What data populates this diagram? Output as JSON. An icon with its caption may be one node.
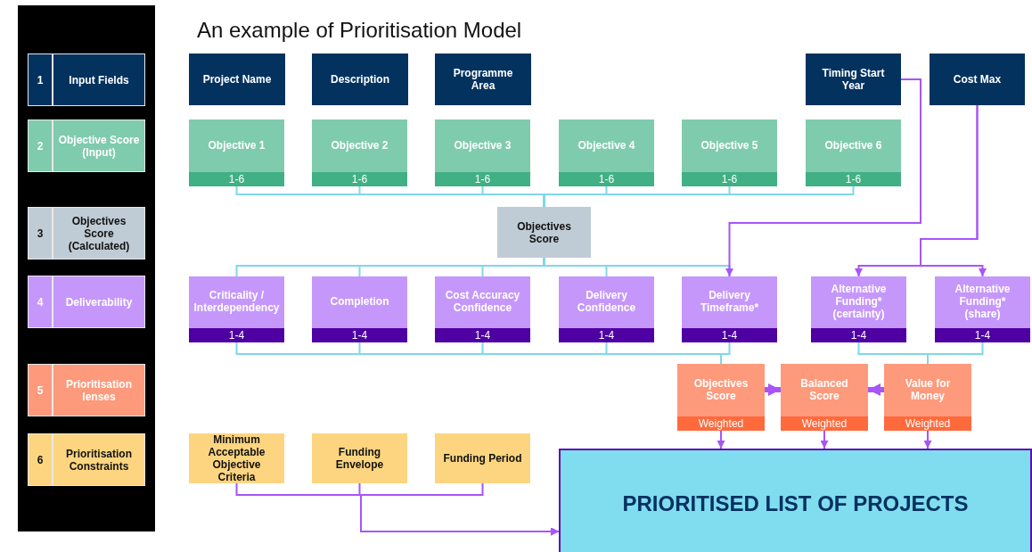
{
  "diagram": {
    "title": "An example of Prioritisation Model",
    "nodes": [
      {
        "text": [
          "1",
          "Input Fields"
        ]
      },
      {
        "text": [
          "2",
          "Objective Score (Input)"
        ]
      },
      {
        "text": [
          "3",
          "Objectives Score (Calculated)"
        ]
      },
      {
        "text": [
          "4",
          "Deliverability"
        ]
      },
      {
        "text": [
          "5",
          "Prioritisation lenses"
        ]
      },
      {
        "text": [
          "6",
          "Prioritisation Constraints"
        ]
      },
      {
        "text": [
          "Project Name"
        ]
      },
      {
        "text": [
          "Description"
        ]
      },
      {
        "text": [
          "Programme Area"
        ]
      },
      {
        "text": [
          "Timing Start Year"
        ]
      },
      {
        "text": [
          "Cost Max"
        ]
      },
      {
        "text": [
          "Objective 1",
          "1-6"
        ]
      },
      {
        "text": [
          "Objective 2",
          "1-6"
        ]
      },
      {
        "text": [
          "Objective 3",
          "1-6"
        ]
      },
      {
        "text": [
          "Objective 4",
          "1-6"
        ]
      },
      {
        "text": [
          "Objective 5",
          "1-6"
        ]
      },
      {
        "text": [
          "Objective 6",
          "1-6"
        ]
      },
      {
        "text": [
          "Objectives Score"
        ]
      },
      {
        "text": [
          "Criticality / Interdependency",
          "1-4"
        ]
      },
      {
        "text": [
          "Completion",
          "1-4"
        ]
      },
      {
        "text": [
          "Cost Accuracy Confidence",
          "1-4"
        ]
      },
      {
        "text": [
          "Delivery Confidence",
          "1-4"
        ]
      },
      {
        "text": [
          "Delivery Timeframe*",
          "1-4"
        ]
      },
      {
        "text": [
          "Alternative Funding* (certainty)",
          "1-4"
        ]
      },
      {
        "text": [
          "Alternative Funding* (share)",
          "1-4"
        ]
      },
      {
        "text": [
          "Objectives Score",
          "Weighted"
        ]
      },
      {
        "text": [
          "Balanced Score",
          "Weighted"
        ]
      },
      {
        "text": [
          "Value for Money",
          "Weighted"
        ]
      },
      {
        "text": [
          "Minimum Acceptable Objective Criteria"
        ]
      },
      {
        "text": [
          "Funding Envelope"
        ]
      },
      {
        "text": [
          "Funding Period"
        ]
      },
      {
        "text": [
          "PRIORITISED LIST OF PROJECTS"
        ]
      }
    ],
    "edges": [
      {
        "from": 11,
        "to": 17,
        "arrow": "none"
      },
      {
        "from": 12,
        "to": 17,
        "arrow": "none"
      },
      {
        "from": 13,
        "to": 17,
        "arrow": "none"
      },
      {
        "from": 14,
        "to": 17,
        "arrow": "none"
      },
      {
        "from": 15,
        "to": 17,
        "arrow": "none"
      },
      {
        "from": 16,
        "to": 17,
        "arrow": "none"
      },
      {
        "from": 17,
        "to": 18,
        "arrow": "none"
      },
      {
        "from": 17,
        "to": 19,
        "arrow": "none"
      },
      {
        "from": 17,
        "to": 20,
        "arrow": "none"
      },
      {
        "from": 17,
        "to": 21,
        "arrow": "none"
      },
      {
        "from": 17,
        "to": 22,
        "arrow": "none"
      },
      {
        "from": 18,
        "to": 25,
        "arrow": "none"
      },
      {
        "from": 19,
        "to": 25,
        "arrow": "none"
      },
      {
        "from": 20,
        "to": 25,
        "arrow": "none"
      },
      {
        "from": 21,
        "to": 25,
        "arrow": "none"
      },
      {
        "from": 22,
        "to": 25,
        "arrow": "none"
      },
      {
        "from": 23,
        "to": 27,
        "arrow": "none"
      },
      {
        "from": 24,
        "to": 27,
        "arrow": "none"
      },
      {
        "from": 9,
        "to": 22,
        "arrow": "to",
        "color": "#a855f7"
      },
      {
        "from": 10,
        "to": 23,
        "arrow": "to",
        "color": "#a855f7"
      },
      {
        "from": 10,
        "to": 24,
        "arrow": "to",
        "color": "#a855f7"
      },
      {
        "from": 25,
        "to": 26,
        "arrow": "to",
        "style": "thick",
        "color": "#a855f7"
      },
      {
        "from": 27,
        "to": 26,
        "arrow": "to",
        "style": "thick",
        "color": "#a855f7"
      },
      {
        "from": 25,
        "to": 31,
        "arrow": "to",
        "color": "#a855f7"
      },
      {
        "from": 26,
        "to": 31,
        "arrow": "to",
        "color": "#a855f7"
      },
      {
        "from": 27,
        "to": 31,
        "arrow": "to",
        "color": "#a855f7"
      },
      {
        "from": 28,
        "to": 31,
        "arrow": "to",
        "color": "#a855f7"
      },
      {
        "from": 29,
        "to": 31,
        "arrow": "to",
        "color": "#a855f7"
      },
      {
        "from": 30,
        "to": 31,
        "arrow": "to",
        "color": "#a855f7"
      }
    ]
  }
}
